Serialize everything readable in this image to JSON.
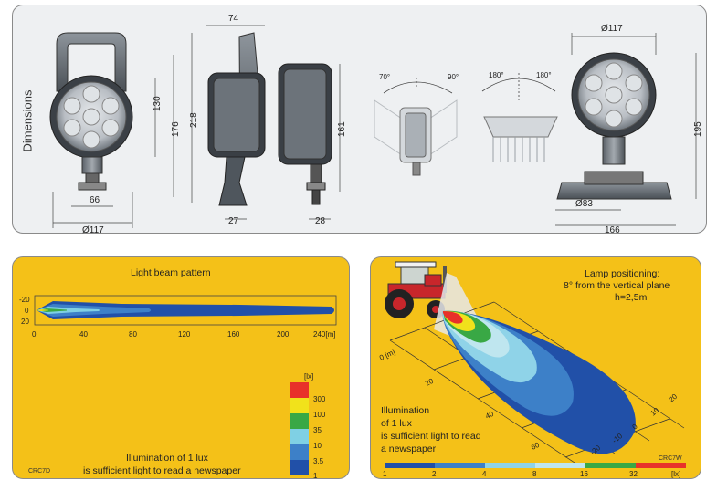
{
  "dimensions": {
    "section_label": "Dimensions",
    "labels": {
      "d74": "74",
      "d130": "130",
      "d176": "176",
      "d218": "218",
      "d66": "66",
      "d117a": "Ø117",
      "d27": "27",
      "d28": "28",
      "d161": "161",
      "a70": "70°",
      "a90": "90°",
      "a180l": "180°",
      "a180r": "180°",
      "d117b": "Ø117",
      "d195": "195",
      "d83": "Ø83",
      "d166": "166"
    }
  },
  "beam": {
    "title": "Light beam pattern",
    "y_ticks": [
      "-20",
      "0",
      "20"
    ],
    "x_ticks": [
      "0",
      "40",
      "80",
      "120",
      "160",
      "200",
      "240[m]"
    ],
    "legend_unit": "[lx]",
    "legend": [
      "300",
      "100",
      "35",
      "10",
      "3,5",
      "1"
    ],
    "legend_colors": [
      "#e8312a",
      "#f1e21b",
      "#39a845",
      "#7fd0e4",
      "#3d80c8",
      "#2150a8"
    ],
    "note_line1": "Illumination of 1 lux",
    "note_line2": "is sufficient light to read a newspaper",
    "code": "CRC7D"
  },
  "positioning": {
    "title_line1": "Lamp positioning:",
    "title_line2": "8° from the vertical plane",
    "title_line3": "h=2,5m",
    "axis_long": [
      "0 [m]",
      "20",
      "40",
      "60"
    ],
    "axis_side": [
      "20",
      "10",
      "0",
      "-10",
      "-20"
    ],
    "note_lines": [
      "Illumination",
      "of 1 lux",
      "is sufficient light to read",
      "a newspaper"
    ],
    "code": "CRC7W",
    "scale_labels": [
      "1",
      "2",
      "4",
      "8",
      "16",
      "32",
      "[lx]"
    ],
    "scale_colors": [
      "#2150a8",
      "#3d80c8",
      "#8fd3e8",
      "#bfe6ef",
      "#39a845",
      "#e8312a"
    ]
  }
}
